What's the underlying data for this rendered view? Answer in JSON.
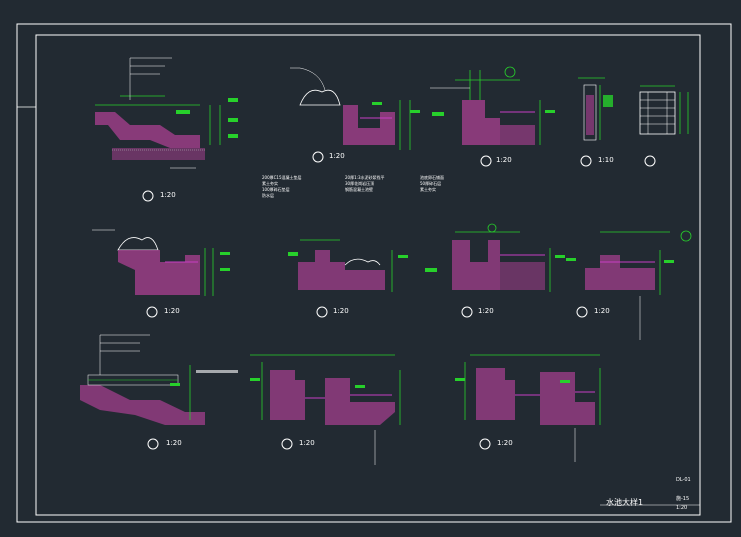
{
  "sheet": {
    "colors": {
      "background": "#222a32",
      "frame": "#ffffff",
      "soil": "#9a3d86",
      "dimension": "#27d02b",
      "water": "#c73fc4",
      "text": "#ffffff"
    },
    "title_block": {
      "title": "水池大样1",
      "code": "DL-01",
      "sheet_no": "施-15",
      "scale": "1:20"
    }
  },
  "details": [
    {
      "name": "detail-1",
      "scale": "1:20"
    },
    {
      "name": "detail-2",
      "scale": "1:20"
    },
    {
      "name": "detail-3",
      "scale": "1:20"
    },
    {
      "name": "detail-4",
      "scale": "1:10"
    },
    {
      "name": "detail-5",
      "scale": ""
    },
    {
      "name": "detail-6",
      "scale": "1:20"
    },
    {
      "name": "detail-7",
      "scale": "1:20"
    },
    {
      "name": "detail-8",
      "scale": "1:20"
    },
    {
      "name": "detail-9",
      "scale": "1:20"
    },
    {
      "name": "detail-10",
      "scale": "1:20"
    },
    {
      "name": "detail-11",
      "scale": "1:20"
    },
    {
      "name": "detail-12",
      "scale": "1:20"
    }
  ],
  "notes": {
    "col1": [
      "200厚C15混凝土垫层",
      "素土夯实",
      "100厚碎石垫层",
      "防水层"
    ],
    "col2": [
      "20厚1:3水泥砂浆找平",
      "30厚花岗岩压顶",
      "钢筋混凝土池壁"
    ],
    "col3": [
      "池底卵石铺面",
      "50厚碎石层",
      "素土夯实"
    ]
  }
}
